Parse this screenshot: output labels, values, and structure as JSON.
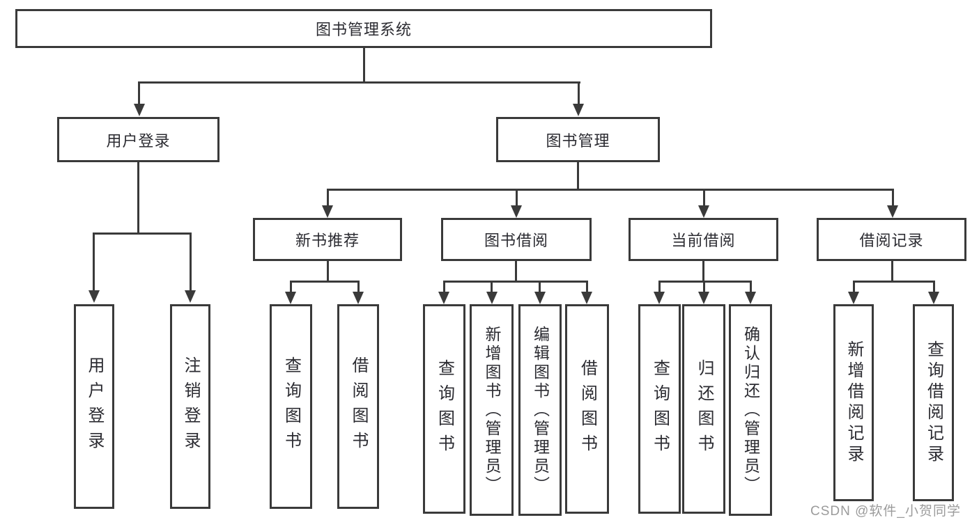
{
  "diagram": {
    "type": "tree",
    "root": {
      "label": "图书管理系统"
    },
    "branches": [
      {
        "label": "用户登录",
        "children": [
          {
            "label": "用户登录"
          },
          {
            "label": "注销登录"
          }
        ]
      },
      {
        "label": "图书管理",
        "children": [
          {
            "label": "新书推荐",
            "children": [
              {
                "label": "查询图书"
              },
              {
                "label": "借阅图书"
              }
            ]
          },
          {
            "label": "图书借阅",
            "children": [
              {
                "label": "查询图书"
              },
              {
                "label": "新增图书（管理员）"
              },
              {
                "label": "编辑图书（管理员）"
              },
              {
                "label": "借阅图书"
              }
            ]
          },
          {
            "label": "当前借阅",
            "children": [
              {
                "label": "查询图书"
              },
              {
                "label": "归还图书"
              },
              {
                "label": "确认归还（管理员）"
              }
            ]
          },
          {
            "label": "借阅记录",
            "children": [
              {
                "label": "新增借阅记录"
              },
              {
                "label": "查询借阅记录"
              }
            ]
          }
        ]
      }
    ]
  },
  "watermark": {
    "text": "CSDN @软件_小贺同学",
    "color": "#9b9b9b"
  },
  "colors": {
    "line": "#3a3a3a",
    "text": "#2b2b31",
    "background": "#ffffff"
  }
}
